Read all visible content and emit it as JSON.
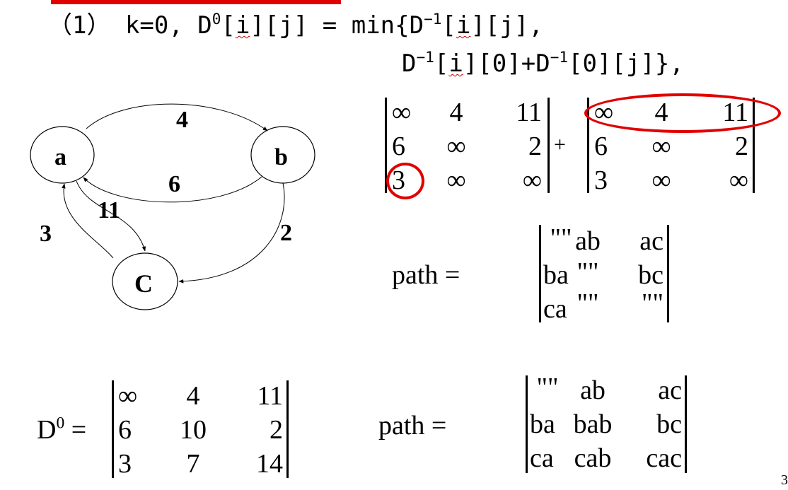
{
  "formula": {
    "line1_prefix": "（1） k=0,  D",
    "line1_sup": "0",
    "line1_open": "[",
    "idx_i": "i",
    "line1_mid": "][j] = min{D",
    "sup_m1": "−1",
    "line1_tail": "][j],",
    "line2_D": "D",
    "line2_mid": "][0]+D",
    "line2_tail": "[0][j]},"
  },
  "graph": {
    "nodes": {
      "a": "a",
      "b": "b",
      "c": "C"
    },
    "edges": {
      "ab": "4",
      "ba": "6",
      "ac": "11",
      "ca": "3",
      "bc": "2"
    }
  },
  "matrix_sum": {
    "left": [
      [
        "∞",
        "4",
        "11"
      ],
      [
        "6",
        "∞",
        "2"
      ],
      [
        "3",
        "∞",
        "∞"
      ]
    ],
    "plus": "+",
    "right": [
      [
        "∞",
        "4",
        "11"
      ],
      [
        "6",
        "∞",
        "2"
      ],
      [
        "3",
        "∞",
        "∞"
      ]
    ]
  },
  "path_before": {
    "label": "path = ",
    "rows": [
      [
        "\"\"",
        "ab",
        "ac"
      ],
      [
        "ba",
        "\"\"",
        "bc"
      ],
      [
        "ca",
        "\"\"",
        "\"\""
      ]
    ]
  },
  "d0": {
    "label_base": "D",
    "label_sup": "0",
    "label_eq": " = ",
    "rows": [
      [
        "∞",
        "4",
        "11"
      ],
      [
        "6",
        "10",
        "2"
      ],
      [
        "3",
        "7",
        "14"
      ]
    ]
  },
  "path_after": {
    "label": "path = ",
    "rows": [
      [
        "\"\"",
        "ab",
        "ac"
      ],
      [
        "ba",
        "bab",
        "bc"
      ],
      [
        "ca",
        "cab",
        "cac"
      ]
    ]
  },
  "page_number": "3",
  "colors": {
    "accent": "#e00000",
    "text": "#000000"
  }
}
